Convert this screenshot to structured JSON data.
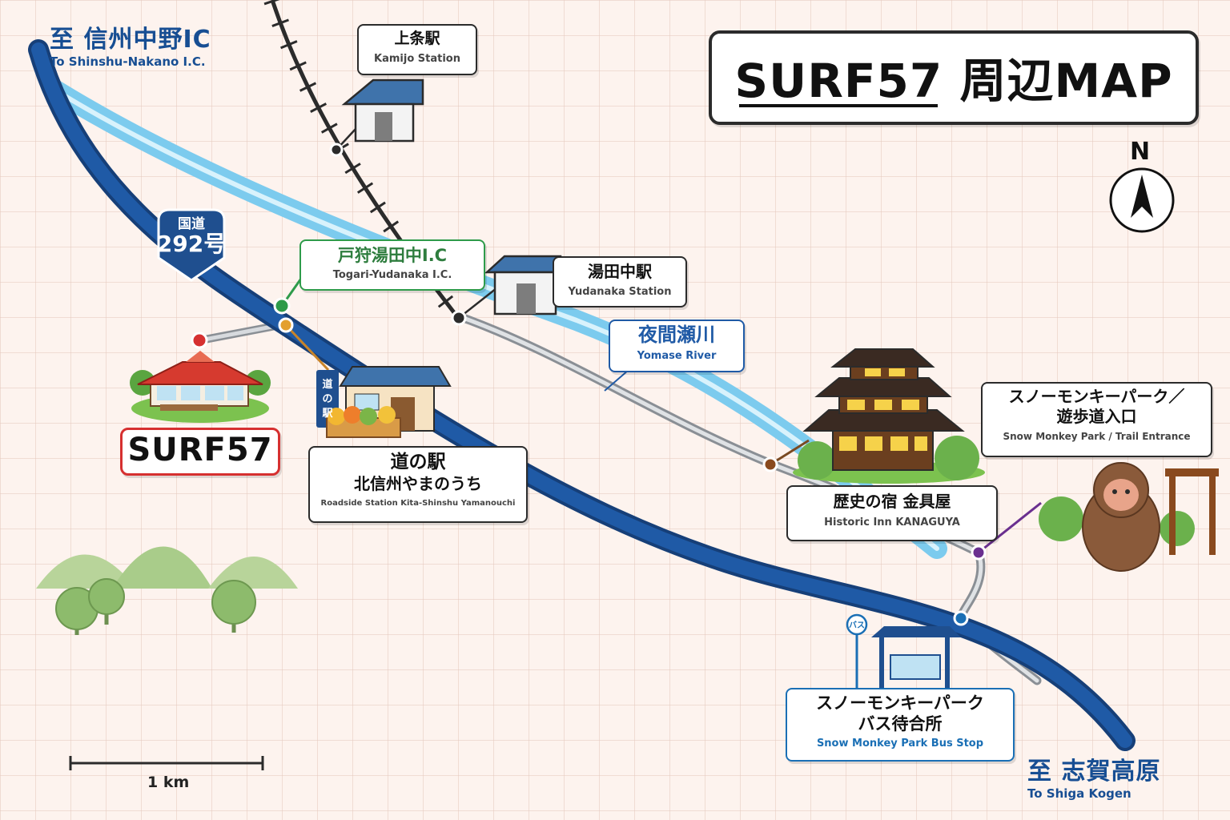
{
  "title": "SURF57 周辺MAP",
  "compass": {
    "north_label": "N",
    "icon": "north-arrow-icon"
  },
  "directions": {
    "northwest": {
      "ja": "至 信州中野IC",
      "en": "To Shinshu-Nakano I.C."
    },
    "southeast": {
      "ja": "至 志賀高原",
      "en": "To Shiga Kogen"
    }
  },
  "route_shield": {
    "line1": "国道",
    "line2": "292号"
  },
  "places": {
    "kamijo_station": {
      "ja": "上条駅",
      "en": "Kamijo Station"
    },
    "yudanaka_station": {
      "ja": "湯田中駅",
      "en": "Yudanaka Station"
    },
    "togari_ic": {
      "ja": "戸狩湯田中I.C",
      "en": "Togari-Yudanaka I.C."
    },
    "yomase_river": {
      "ja": "夜間瀬川",
      "en": "Yomase River"
    },
    "surf57": {
      "name": "SURF57"
    },
    "michi_no_eki": {
      "ja1": "道の駅",
      "ja2": "北信州やまのうち",
      "en": "Roadside Station Kita-Shinshu Yamanouchi",
      "sign": "道の駅"
    },
    "kanaguya": {
      "ja": "歴史の宿 金具屋",
      "en": "Historic Inn KANAGUYA"
    },
    "snow_monkey_trail": {
      "ja1": "スノーモンキーパーク／",
      "ja2": "遊歩道入口",
      "en": "Snow Monkey Park / Trail Entrance"
    },
    "bus_stop": {
      "ja1": "スノーモンキーパーク",
      "ja2": "バス待合所",
      "en": "Snow Monkey Park Bus Stop",
      "badge": "バス"
    }
  },
  "scale": {
    "label": "1 km"
  },
  "colors": {
    "road": "#1b4f93",
    "river": "#7ccbee",
    "railway": "#2b2b2b",
    "local_road": "#b9bec4",
    "ic_green": "#2e9b4a",
    "surf_red": "#d63030",
    "monkey_purple": "#6a2f8f",
    "bus_blue": "#1a6fb5"
  }
}
